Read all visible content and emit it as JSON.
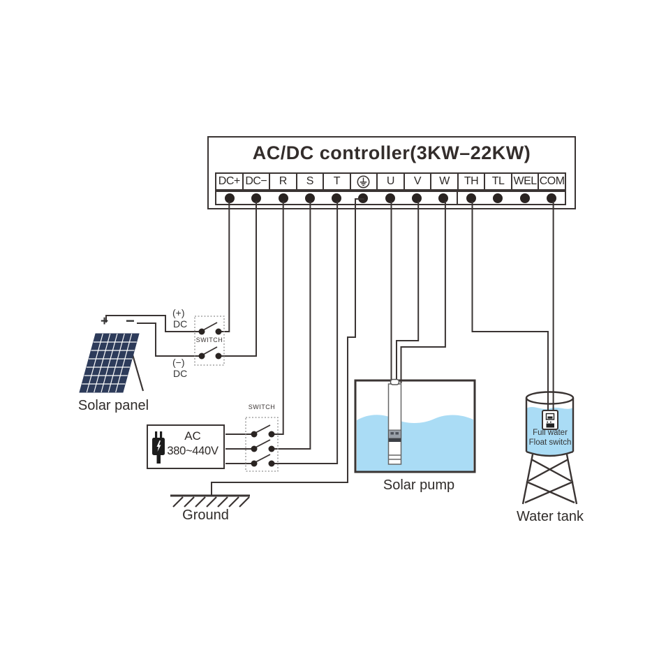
{
  "colors": {
    "wire": "#3a3433",
    "panel_blue": "#2d3b5a",
    "water_blue": "#aadcf5",
    "dot_black": "#2a2422"
  },
  "controller": {
    "title": "AC/DC controller(3KW–22KW)",
    "terminals": [
      "DC+",
      "DC−",
      "R",
      "S",
      "T",
      "⏚",
      "U",
      "V",
      "W",
      "TH",
      "TL",
      "WEL",
      "COM"
    ]
  },
  "solar": {
    "label": "Solar panel",
    "plus": "+",
    "minus": "−",
    "dc_pos": [
      "(+)",
      "DC"
    ],
    "dc_neg": [
      "(−)",
      "DC"
    ]
  },
  "dc_switch_label": "SWITCH",
  "ac_switch_label": "SWITCH",
  "ac_source": {
    "name": "AC",
    "voltage": "380~440V"
  },
  "ground_label": "Ground",
  "pump_label": "Solar pump",
  "tank": {
    "label": "Water tank",
    "float_switch": [
      "Full water",
      "Float switch"
    ]
  }
}
